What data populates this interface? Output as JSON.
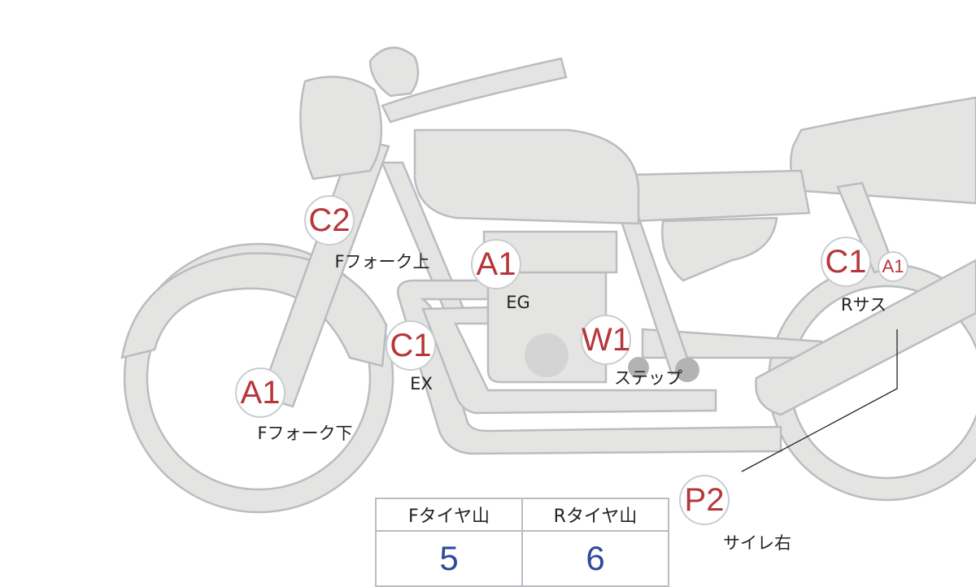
{
  "markers": [
    {
      "code": "C2",
      "label": "Fフォーク上"
    },
    {
      "code": "A1",
      "label": "EG"
    },
    {
      "code": "C1",
      "label": "EX"
    },
    {
      "code": "A1",
      "label": "Fフォーク下"
    },
    {
      "code": "W1",
      "label": "ステップ"
    },
    {
      "code": "C1",
      "label": "Rサス"
    },
    {
      "code": "A1"
    },
    {
      "code": "P2",
      "label": "サイレ右"
    }
  ],
  "tire_table": {
    "headers": [
      "Fタイヤ山",
      "Rタイヤ山"
    ],
    "values": [
      "5",
      "6"
    ]
  },
  "colors": {
    "marker_text": "#b5373a",
    "value_text": "#2f4a9a",
    "bike_fill": "#e4e4e2",
    "bike_stroke": "#b9bdc1"
  }
}
